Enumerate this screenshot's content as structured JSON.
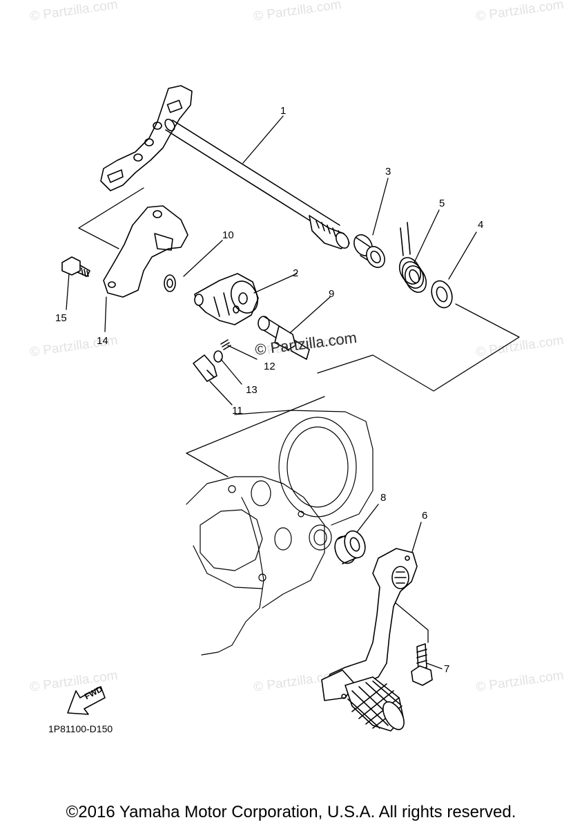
{
  "watermarks": [
    "© Partzilla.com",
    "© Partzilla.com",
    "© Partzilla.com",
    "© Partzilla.com",
    "© Partzilla.com",
    "© Partzilla.com",
    "© Partzilla.com",
    "© Partzilla.com",
    "© Partzilla.com"
  ],
  "center_watermark": "© Partzilla.com",
  "callouts": [
    "1",
    "2",
    "3",
    "4",
    "5",
    "6",
    "7",
    "8",
    "9",
    "10",
    "11",
    "12",
    "13",
    "14",
    "15"
  ],
  "fwd_label": "FWD",
  "diagram_code": "1P81100-D150",
  "copyright": "©2016 Yamaha Motor Corporation, U.S.A. All rights reserved."
}
